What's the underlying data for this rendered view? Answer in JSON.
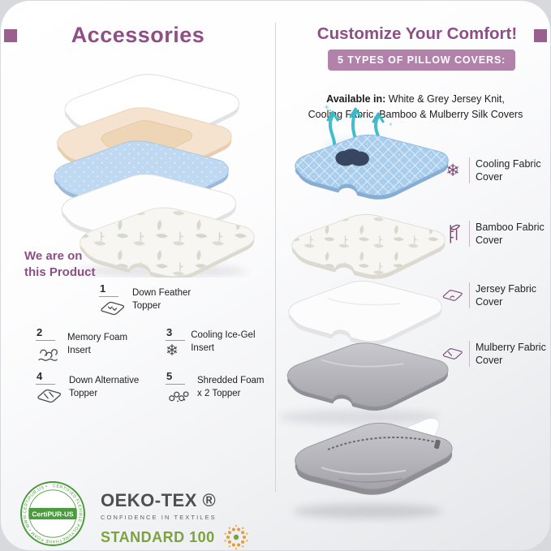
{
  "brand_colors": {
    "purple": "#8d4f86",
    "mauve_badge": "#b183ab",
    "green": "#7ca23c",
    "teal_arrows": "#3cb9c8",
    "cooling_blue": "#a9cdec",
    "cream_foam": "#f5e3cf",
    "grey_cover": "#b3b2b8"
  },
  "icons": {
    "snowflake": "❄",
    "sparkle": "✦"
  },
  "left": {
    "title": "Accessories",
    "product_note": "We are on\nthis Product",
    "items": [
      {
        "num": "1",
        "label": "Down Feather\nTopper"
      },
      {
        "num": "2",
        "label": "Memory Foam\nInsert"
      },
      {
        "num": "3",
        "label": "Cooling Ice-Gel\nInsert"
      },
      {
        "num": "4",
        "label": "Down Alternative\nTopper"
      },
      {
        "num": "5",
        "label": "Shredded Foam\nx 2 Topper"
      }
    ],
    "certifications": {
      "certipur_label": "CertiPUR-US",
      "certipur_ring": "CERTIFIED FLEXIBLE POLYURETHANE FOAM • WWW.CERTIPUR.US •",
      "oeko_tex": "OEKO-TEX ®",
      "confidence": "CONFIDENCE IN TEXTILES",
      "standard": "STANDARD 100"
    }
  },
  "right": {
    "title": "Customize Your Comfort!",
    "badge": "5 TYPES OF PILLOW COVERS:",
    "availability_bold": "Available in:",
    "availability_rest": " White & Grey Jersey Knit,\nCooling Fabric, Bamboo & Mulberry Silk Covers",
    "covers": [
      {
        "label": "Cooling Fabric\nCover"
      },
      {
        "label": "Bamboo Fabric\nCover"
      },
      {
        "label": "Jersey Fabric\nCover"
      },
      {
        "label": "Mulberry Fabric\nCover"
      }
    ]
  }
}
